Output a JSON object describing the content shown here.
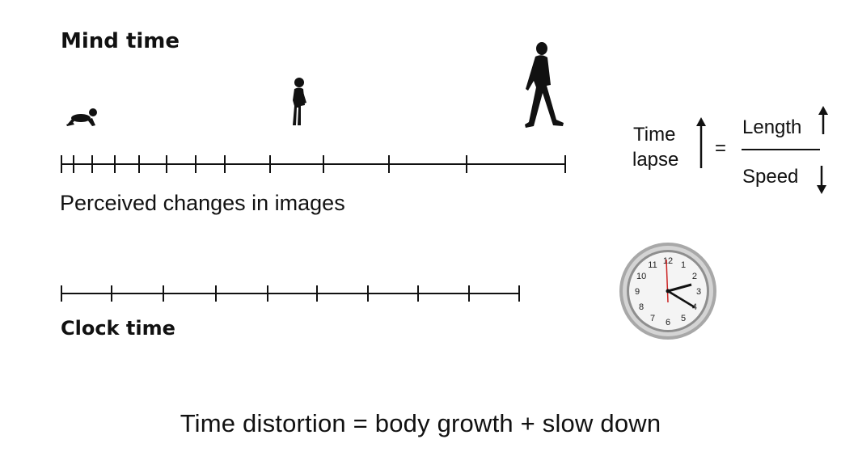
{
  "diagram": {
    "mind_time_label": "Mind time",
    "clock_time_label": "Clock time",
    "perceived_label": "Perceived changes in images",
    "formula": {
      "left_top": "Time",
      "left_bottom": "lapse",
      "equals": "=",
      "numerator": "Length",
      "denominator": "Speed"
    },
    "bottom_equation": "Time distortion  =  body growth  +  slow down",
    "clock_numbers": [
      "12",
      "1",
      "2",
      "3",
      "4",
      "5",
      "6",
      "7",
      "8",
      "9",
      "10",
      "11"
    ],
    "figures": [
      "crawling-baby-icon",
      "walking-child-icon",
      "walking-adult-icon"
    ],
    "colors": {
      "ink": "#111111",
      "clock_rim": "#9a9a9a",
      "second_hand": "#cc2222"
    }
  }
}
